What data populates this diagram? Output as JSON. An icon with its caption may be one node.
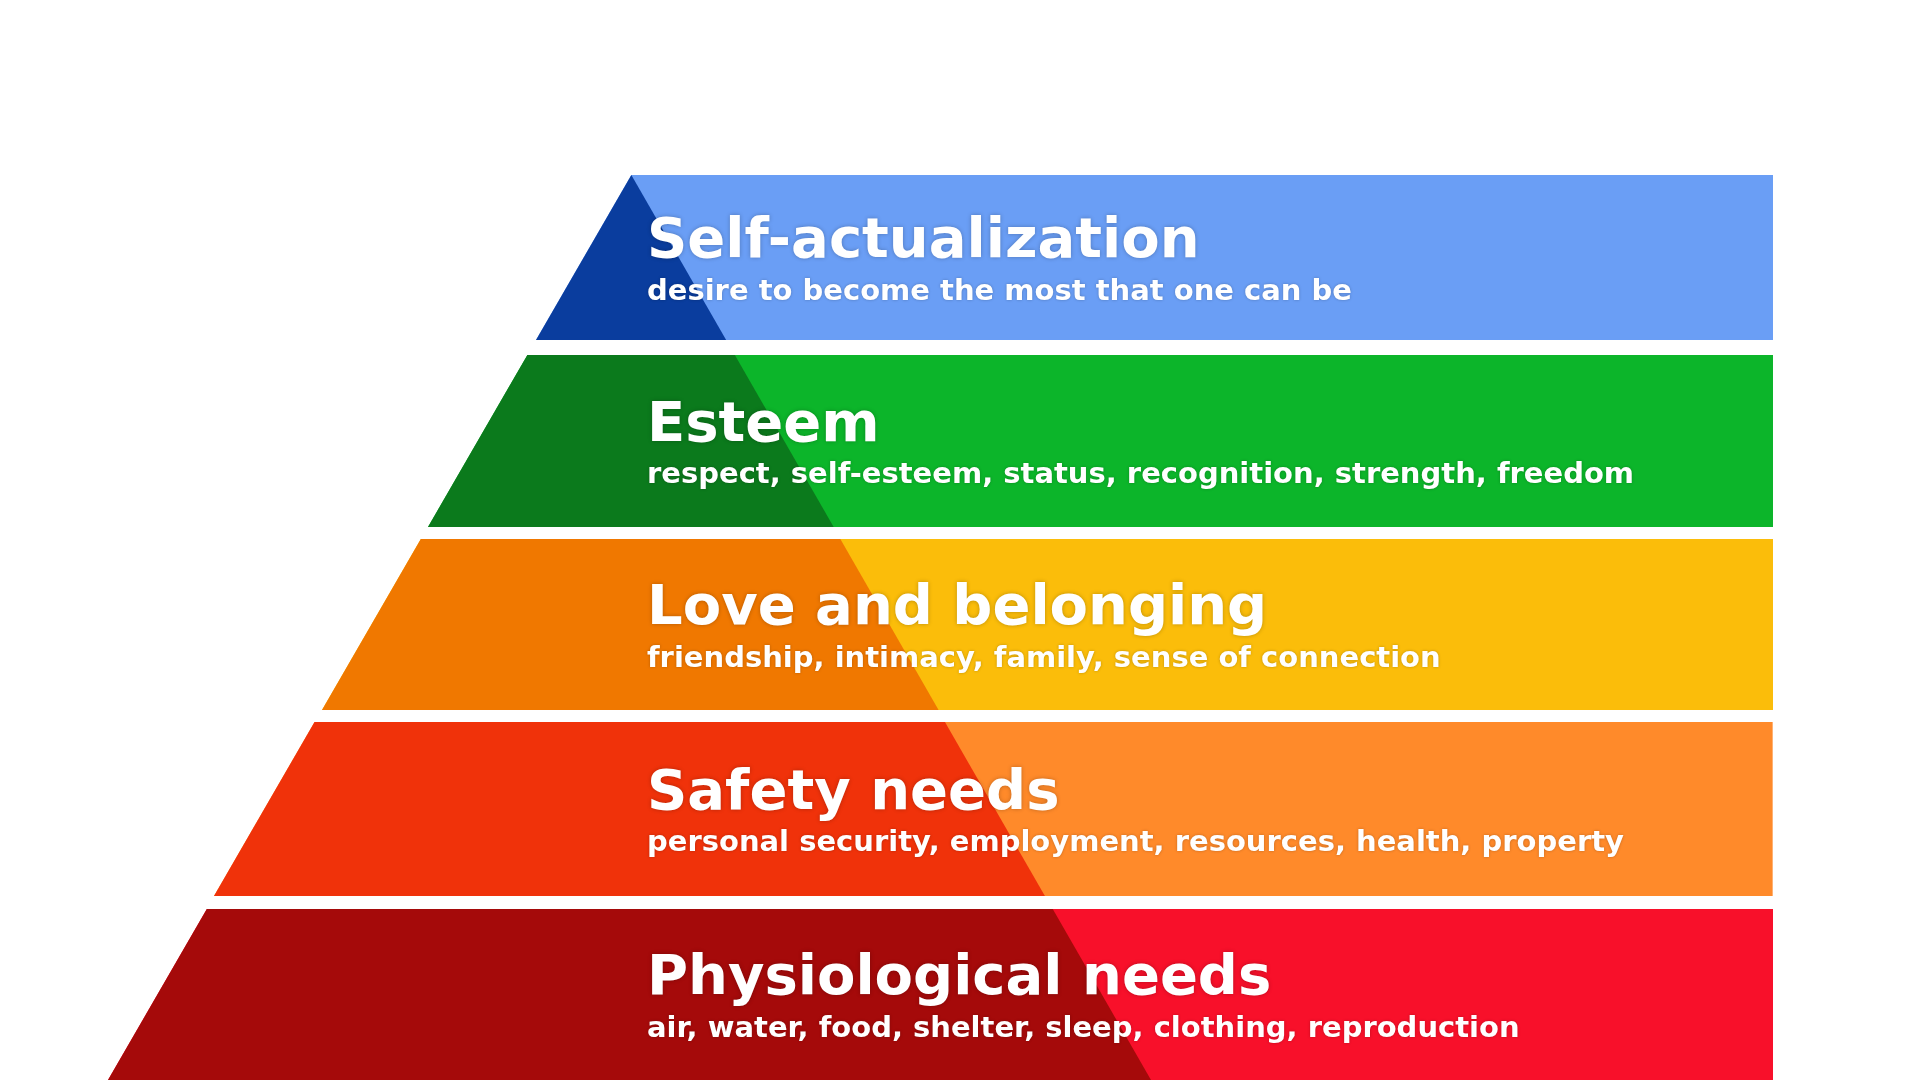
{
  "diagram": {
    "nodes": [
      {
        "text": [
          "Self-actualization",
          "desire to become the most that one can be"
        ]
      },
      {
        "text": [
          "Esteem",
          "respect, self-esteem, status, recognition, strength, freedom"
        ]
      },
      {
        "text": [
          "Love and belonging",
          "friendship, intimacy, family, sense of connection"
        ]
      },
      {
        "text": [
          "Safety needs",
          "personal security, employment, resources, health, property"
        ]
      },
      {
        "text": [
          "Physiological needs",
          "air, water, food, shelter, sleep, clothing, reproduction"
        ]
      }
    ]
  }
}
